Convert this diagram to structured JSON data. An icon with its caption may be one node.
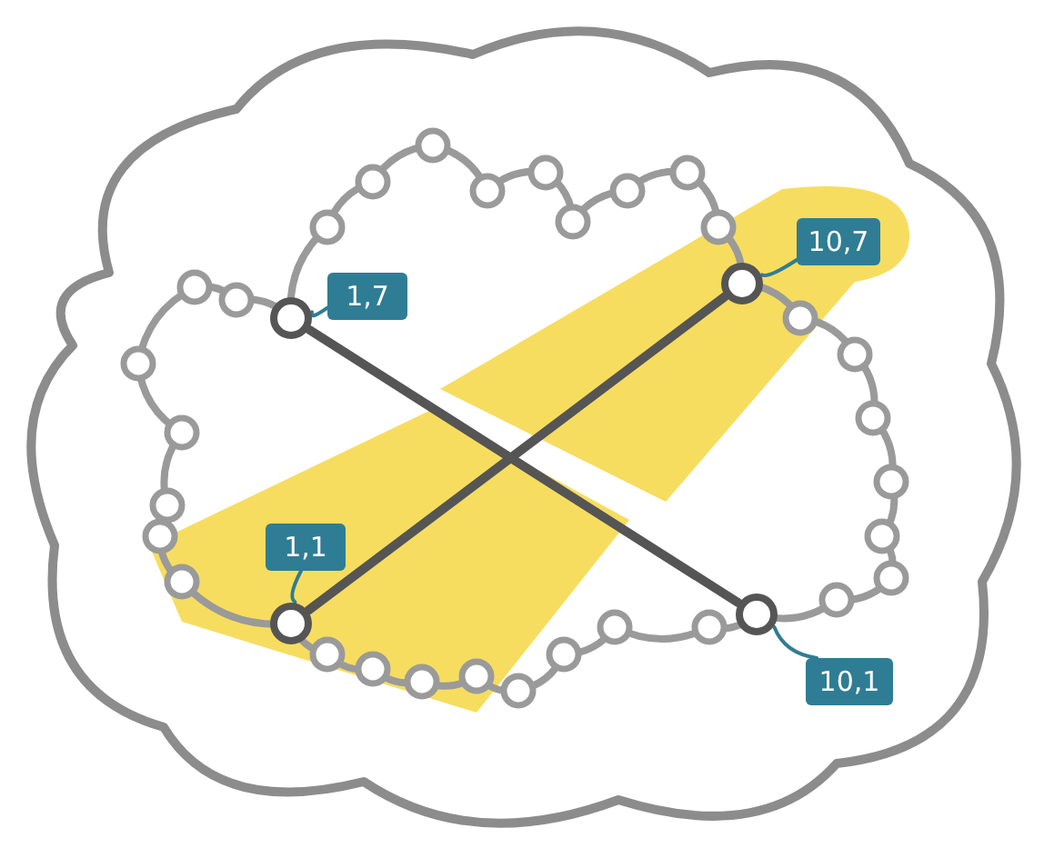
{
  "diagram": {
    "nodes": [
      {
        "text": [
          "1,7"
        ]
      },
      {
        "text": [
          "10,7"
        ]
      },
      {
        "text": [
          "1,1"
        ]
      },
      {
        "text": [
          "10,1"
        ]
      },
      {
        "text": [],
        "shape": "circle"
      },
      {
        "text": [],
        "shape": "circle"
      },
      {
        "text": [],
        "shape": "circle"
      },
      {
        "text": [],
        "shape": "circle"
      }
    ],
    "edges": [
      {
        "from": 0,
        "to": 4,
        "arrow": "none"
      },
      {
        "from": 1,
        "to": 5,
        "arrow": "none"
      },
      {
        "from": 2,
        "to": 6,
        "arrow": "none"
      },
      {
        "from": 3,
        "to": 7,
        "arrow": "none"
      },
      {
        "from": 6,
        "to": 5,
        "arrow": "none",
        "style": "thick"
      },
      {
        "from": 4,
        "to": 7,
        "arrow": "none",
        "style": "thick"
      }
    ]
  }
}
